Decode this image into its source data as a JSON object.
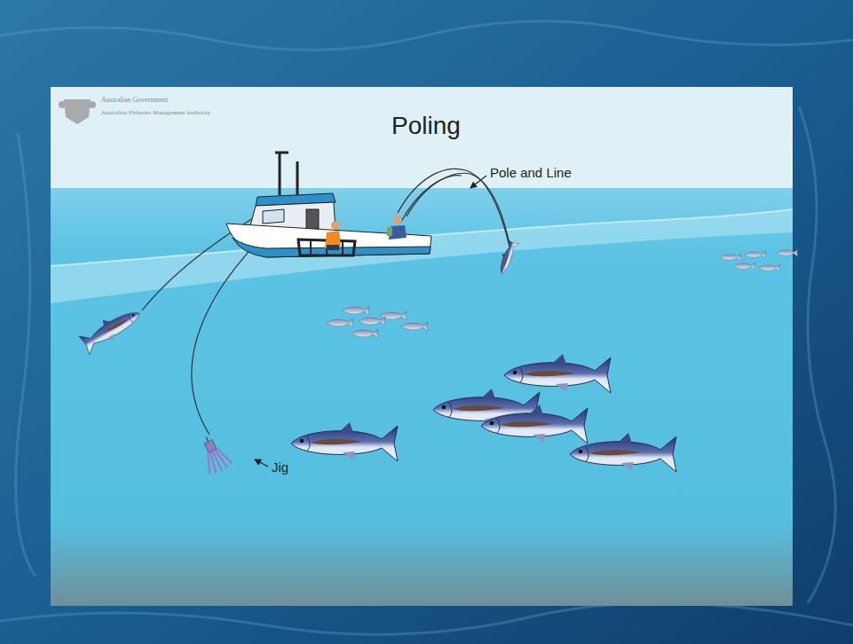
{
  "diagram": {
    "title": "Poling",
    "labels": [
      "Australian Government",
      "Australian Fisheries Management Authority",
      "Pole and Line",
      "Jig"
    ]
  }
}
